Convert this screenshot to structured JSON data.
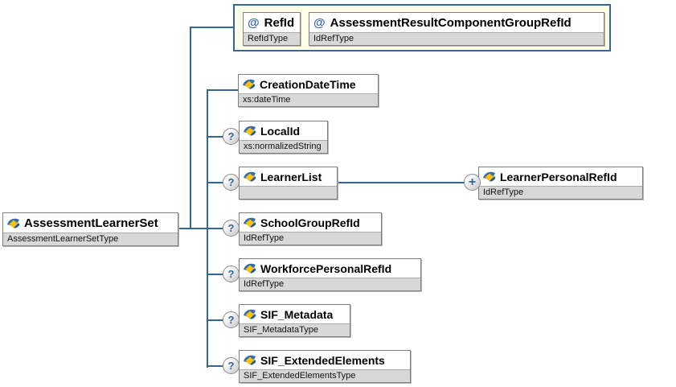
{
  "root": {
    "name": "AssessmentLearnerSet",
    "type": "AssessmentLearnerSetType"
  },
  "attributes": [
    {
      "prefix": "@",
      "name": "RefId",
      "type": "RefIdType"
    },
    {
      "prefix": "@",
      "name": "AssessmentResultComponentGroupRefId",
      "type": "IdRefType"
    }
  ],
  "children": [
    {
      "name": "CreationDateTime",
      "type": "xs:dateTime",
      "optional": false
    },
    {
      "name": "LocalId",
      "type": "xs:normalizedString",
      "optional": true
    },
    {
      "name": "LearnerList",
      "type": "",
      "optional": true
    },
    {
      "name": "SchoolGroupRefId",
      "type": "IdRefType",
      "optional": true
    },
    {
      "name": "WorkforcePersonalRefId",
      "type": "IdRefType",
      "optional": true
    },
    {
      "name": "SIF_Metadata",
      "type": "SIF_MetadataType",
      "optional": true
    },
    {
      "name": "SIF_ExtendedElements",
      "type": "SIF_ExtendedElementsType",
      "optional": true
    }
  ],
  "grandchild": {
    "name": "LearnerPersonalRefId",
    "type": "IdRefType"
  },
  "badges": {
    "optional": "?",
    "repeat": "+"
  },
  "colors": {
    "connector": "#336699",
    "attr_container_bg": "#fffee6",
    "attr_container_border": "#336699",
    "box_border": "#7e7e7e",
    "type_band_bg": "#d8d8d8",
    "badge_symbol": "#336699",
    "at_symbol": "#3366bb",
    "element_icon_yellow": "#ffc20e",
    "element_icon_blue": "#2f6fb0"
  }
}
